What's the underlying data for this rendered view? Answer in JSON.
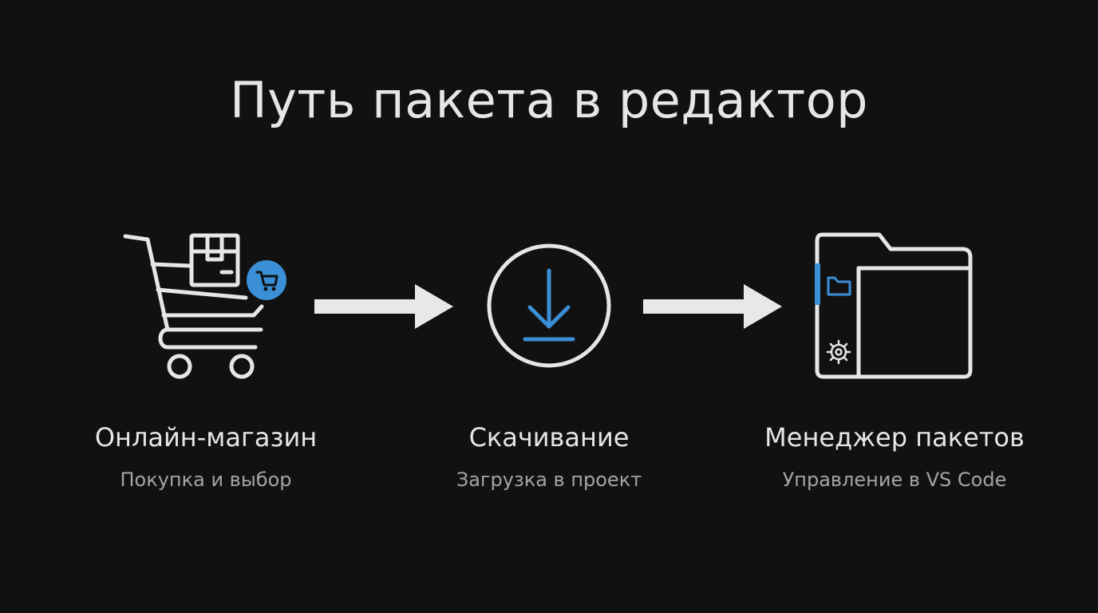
{
  "title": "Путь пакета в редактор",
  "colors": {
    "background": "#111111",
    "foreground": "#e6e6e6",
    "accent": "#3a8fd6",
    "muted": "#a4a4a4"
  },
  "steps": [
    {
      "label": "Онлайн-магазин",
      "sublabel": "Покупка и выбор",
      "icon": "shopping-cart-with-package-icon"
    },
    {
      "label": "Скачивание",
      "sublabel": "Загрузка в проект",
      "icon": "download-circle-icon"
    },
    {
      "label": "Менеджер пакетов",
      "sublabel": "Управление в VS Code",
      "icon": "package-manager-folder-icon"
    }
  ],
  "connectors": [
    "arrow-right-icon",
    "arrow-right-icon"
  ]
}
